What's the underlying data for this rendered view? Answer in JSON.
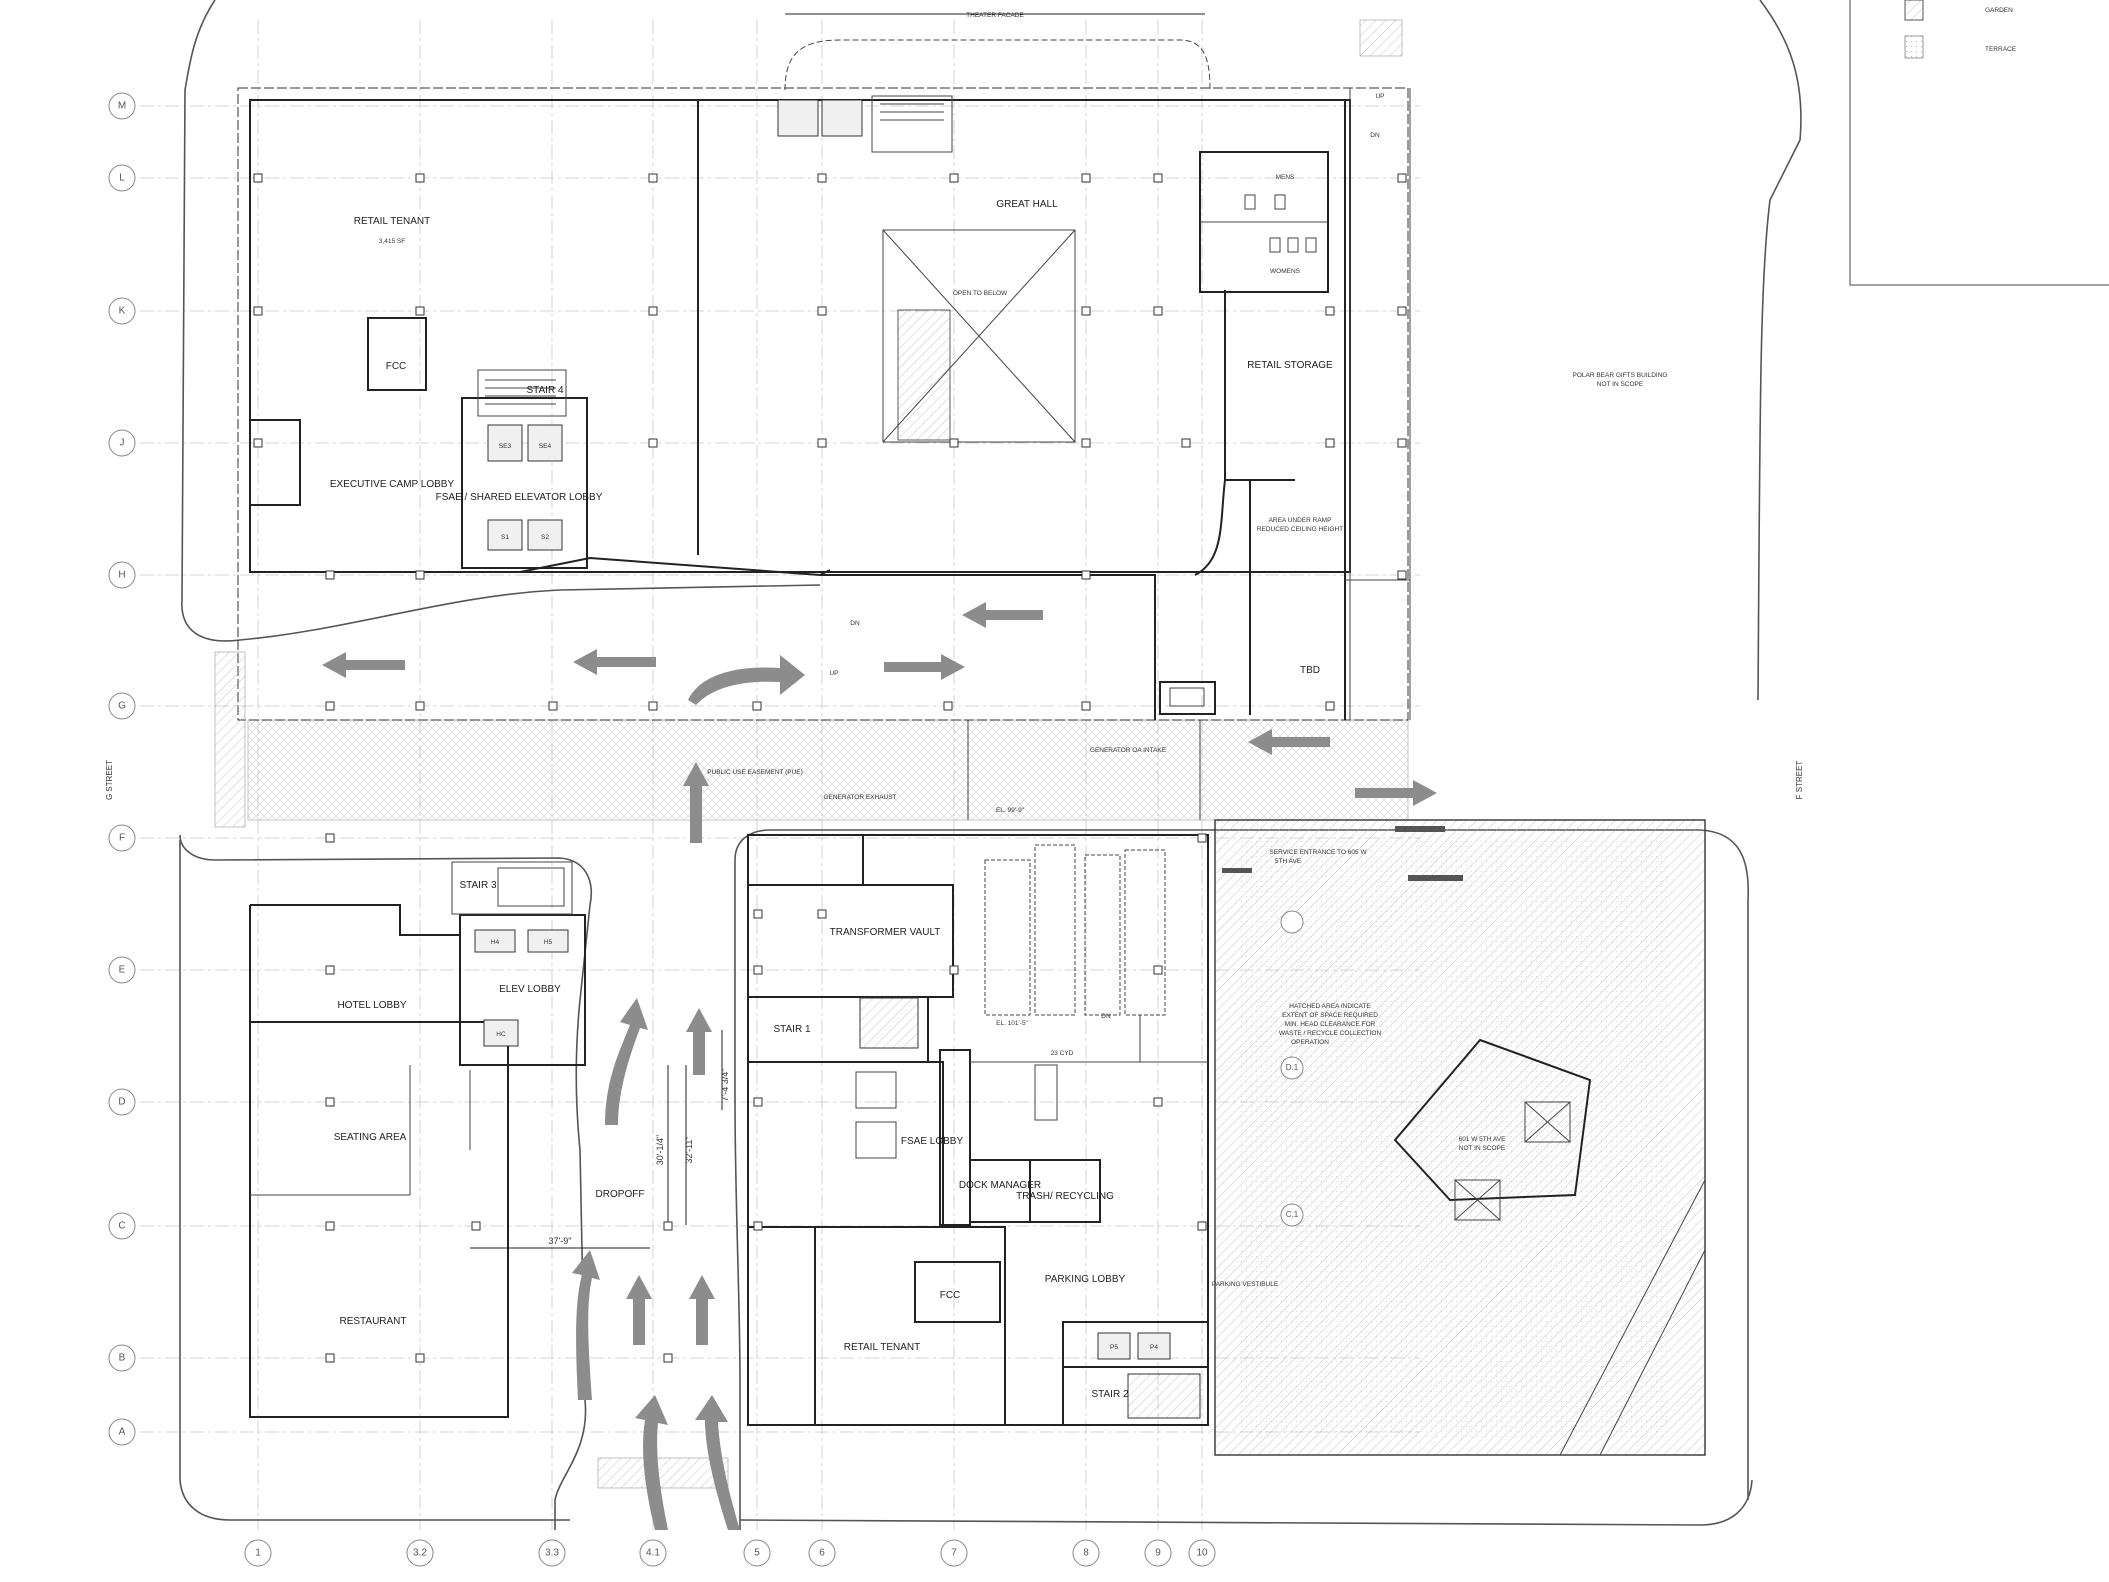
{
  "plan": {
    "facade_label": "THEATER FACADE",
    "streets": {
      "west": "G STREET",
      "east": "F STREET"
    },
    "legend": [
      {
        "label": "GARDEN",
        "pattern": "diagonal-hatch"
      },
      {
        "label": "TERRACE",
        "pattern": "dot-stipple"
      }
    ],
    "grid_rows": [
      "M",
      "L",
      "K",
      "J",
      "H",
      "G",
      "F",
      "E",
      "D",
      "C",
      "B",
      "A"
    ],
    "grid_cols": [
      "1",
      "3.2",
      "3.3",
      "4.1",
      "5",
      "6",
      "7",
      "8",
      "9",
      "10"
    ],
    "rooms": {
      "retail_tenant_north": "RETAIL TENANT",
      "retail_tenant_north_area": "3,415 SF",
      "fcc_north": "FCC",
      "stair4": "STAIR 4",
      "executive_lobby": "EXECUTIVE CAMP LOBBY",
      "fsae_shared_lobby": "FSAE / SHARED ELEVATOR LOBBY",
      "great_hall": "GREAT HALL",
      "open_to_below": "OPEN TO BELOW",
      "mens": "MENS",
      "womens": "WOMENS",
      "retail_storage": "RETAIL STORAGE",
      "polar_bear": "POLAR BEAR GIFTS BUILDING",
      "not_in_scope": "NOT IN SCOPE",
      "area_under_ramp": "AREA UNDER RAMP",
      "reduced_ceiling": "REDUCED CEILING HEIGHT",
      "tbd": "TBD",
      "stair3": "STAIR 3",
      "elev_lobby": "ELEV LOBBY",
      "hotel_lobby": "HOTEL LOBBY",
      "seating_area": "SEATING AREA",
      "restaurant": "RESTAURANT",
      "dropoff": "DROPOFF",
      "transformer_vault": "TRANSFORMER VAULT",
      "stair1": "STAIR 1",
      "fsae_lobby": "FSAE LOBBY",
      "dock_manager": "DOCK MANAGER",
      "trash_recycling": "TRASH/ RECYCLING",
      "fcc_south": "FCC",
      "parking_lobby": "PARKING LOBBY",
      "retail_tenant_south": "RETAIL TENANT",
      "stair2": "STAIR 2",
      "parking_vestibule": "PARKING VESTIBULE",
      "w5th": "601 W 5TH AVE"
    },
    "elevators": {
      "se3": "SE3",
      "se4": "SE4",
      "s1": "S1",
      "s2": "S2",
      "h4": "H4",
      "h5": "H5",
      "hc": "HC",
      "p5": "P5",
      "p4": "P4"
    },
    "annotations": {
      "pue": "PUBLIC USE EASEMENT (PUE)",
      "gen_oa": "GENERATOR OA INTAKE",
      "gen_exhaust": "GENERATOR EXHAUST",
      "el_north": "EL. 99'-9\"",
      "el_south": "EL. 101'-5\"",
      "service_entrance": "SERVICE ENTRANCE TO 605 W",
      "service_entrance_2": "5TH AVE",
      "hatched_1": "HATCHED AREA INDICATE",
      "hatched_2": "EXTENT OF SPACE REQUIRED",
      "hatched_3": "MIN. HEAD CLEARANCE FOR",
      "hatched_4": "WASTE / RECYCLE COLLECTION",
      "hatched_5": "OPERATION",
      "cyd": "23 CYD",
      "up": "UP",
      "dn": "DN",
      "d1": "D.1",
      "c1": "C.1"
    },
    "dimensions": {
      "d_30": "30'-1/4\"",
      "d_32": "32'-11\"",
      "d_7": "7'-4 3/4\"",
      "d_37": "37'-9\""
    }
  }
}
